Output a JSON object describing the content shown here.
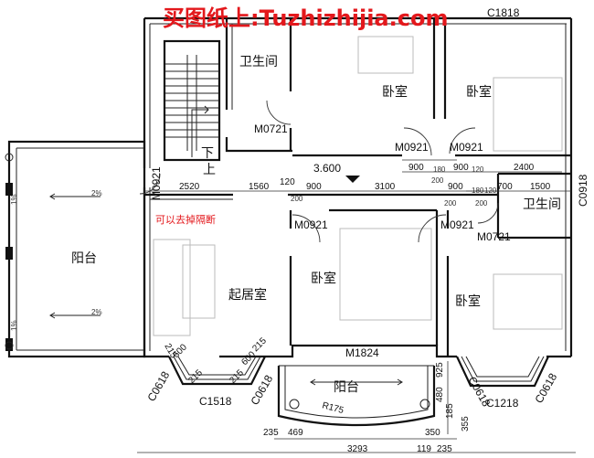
{
  "watermark": "买图纸上:Tuzhizhijia.com",
  "note": "可以去掉隔断",
  "rooms": {
    "wc_top": "卫生间",
    "bed1": "卧室",
    "bed2": "卧室",
    "wc_right": "卫生间",
    "balcony_left": "阳台",
    "living": "起居室",
    "bed3": "卧室",
    "bed4": "卧室",
    "balcony_bottom": "阳台"
  },
  "door_codes": {
    "m0721_top": "M0721",
    "m0921_a": "M0921",
    "m0921_b": "M0921",
    "m0921_left": "M0921",
    "m0921_c": "M0921",
    "m0921_d": "M0921",
    "m0721_right": "M0721",
    "m1824": "M1824"
  },
  "window_codes": {
    "c1818": "C1818",
    "c0918": "C0918",
    "c0618_a": "C0618",
    "c0618_b": "C0618",
    "c1518": "C1518",
    "c0618_c": "C0618",
    "c0618_d": "C0618",
    "c1218": "C1218"
  },
  "stair": {
    "down": "下",
    "up": "上"
  },
  "level": "3.600",
  "radius": "R175",
  "dims": {
    "d2520": "2520",
    "d1560": "1560",
    "d120a": "120",
    "d900a": "900",
    "d3100": "3100",
    "d200a": "200",
    "d900b": "900",
    "d180a": "180",
    "d900c": "900",
    "d120b": "120",
    "d2400": "2400",
    "d200b": "200",
    "d900d": "900",
    "d180b": "180",
    "d120c": "120",
    "d700": "700",
    "d1500": "1500",
    "d200c": "200",
    "d200d": "200",
    "d215a": "215",
    "d600a": "600",
    "d215b": "215",
    "d215c": "215",
    "d600b": "600",
    "d215d": "215",
    "d235a": "235",
    "d469": "469",
    "d3293": "3293",
    "d350": "350",
    "d119": "119",
    "d235b": "235",
    "d355": "355",
    "d925": "925",
    "d480": "480",
    "d185": "185"
  },
  "balcony_marks": {
    "pct": "2%",
    "one": "1%"
  }
}
